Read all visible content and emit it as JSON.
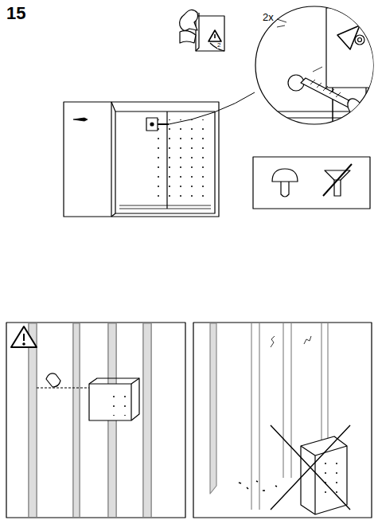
{
  "diagram": {
    "labels": [
      "15",
      "2x",
      "2"
    ]
  }
}
